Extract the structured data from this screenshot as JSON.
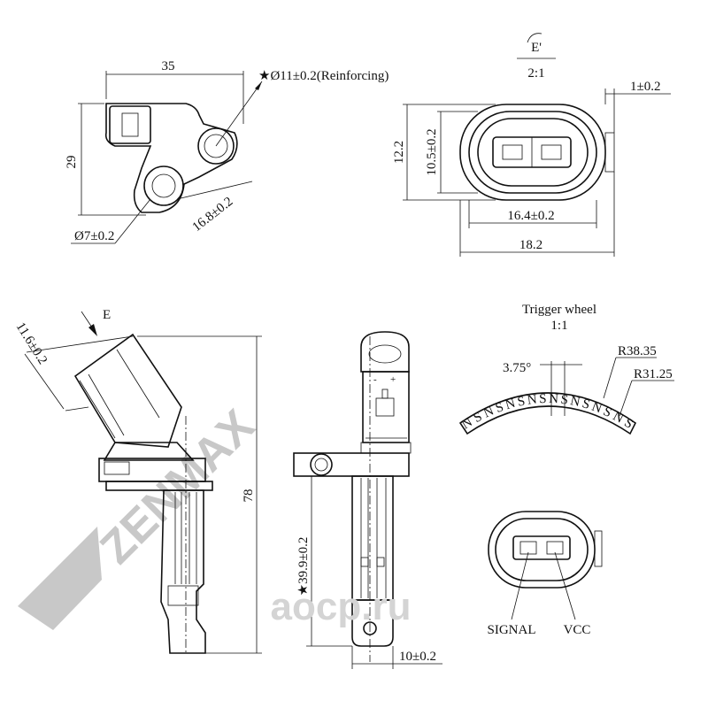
{
  "watermark": {
    "brand": "ZENMAX",
    "site": "aocp.ru",
    "color": "#c8c8c8"
  },
  "top_left_view": {
    "dim_width": "35",
    "dim_height": "29",
    "dim_hole_reinforcing": "★Ø11±0.2(Reinforcing)",
    "dim_hole": "Ø7±0.2",
    "dim_center": "16.8±0.2"
  },
  "connector_view": {
    "view_label": "E'",
    "scale": "2:1",
    "dim_offset": "1±0.2",
    "dim_outer_height": "12.2",
    "dim_inner_height": "10.5±0.2",
    "dim_inner_width": "16.4±0.2",
    "dim_outer_width": "18.2"
  },
  "side_view": {
    "dim_angle": "11.6±0.2",
    "view_arrow": "E",
    "dim_total_height": "78"
  },
  "front_view": {
    "dim_length": "★39.9±0.2",
    "dim_width": "10±0.2"
  },
  "trigger_wheel": {
    "title": "Trigger wheel",
    "scale": "1:1",
    "dim_angle": "3.75°",
    "dim_outer_radius": "R38.35",
    "dim_inner_radius": "R31.25",
    "pattern": "NSNSNSNSNSNSNSNS"
  },
  "pinout": {
    "pin1": "SIGNAL",
    "pin2": "VCC"
  }
}
